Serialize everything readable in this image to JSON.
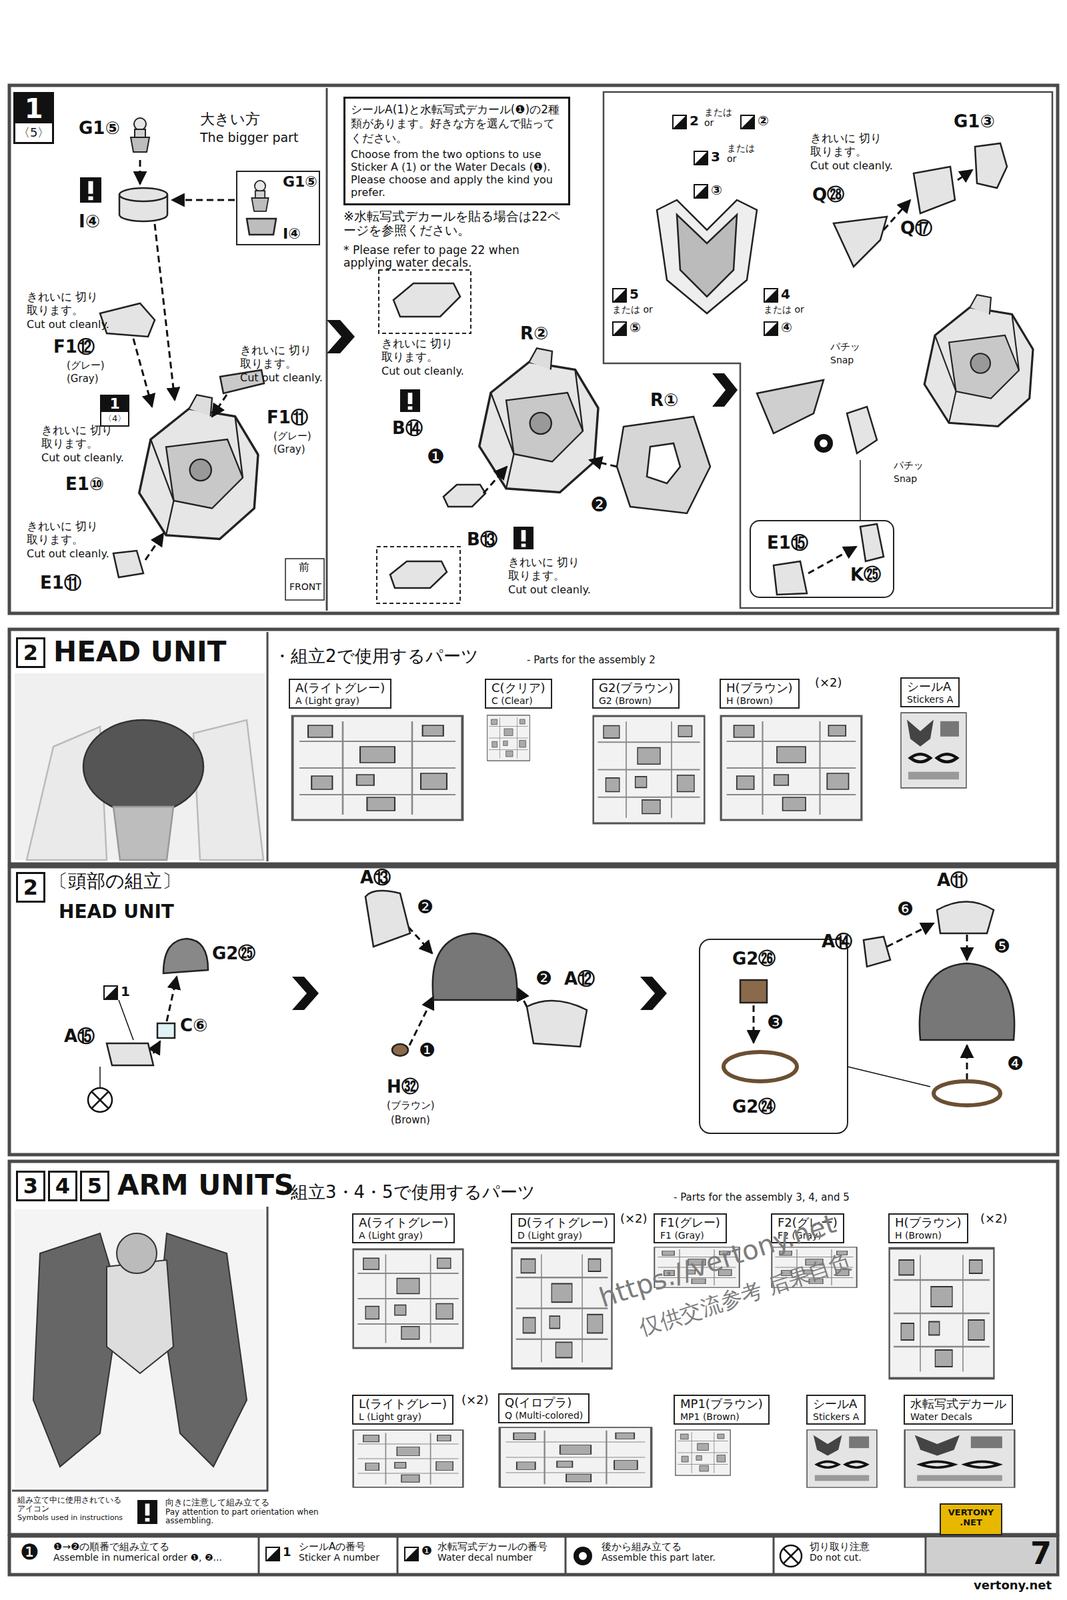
{
  "diagram": {
    "nodes": [
      {
        "text": [
          "1",
          "〈5〉"
        ]
      },
      {
        "text": [
          "1",
          "〈4〉"
        ]
      },
      {
        "text": [
          "シールA(1)と水転写式デカール(❶)の2種類があります。好きな方を選んで貼ってください。",
          "Choose from the two options to use Sticker A (1) or the Water Decals (❶). Please choose and apply the kind you prefer."
        ]
      },
      {
        "text": [
          "2"
        ]
      },
      {
        "text": [
          "A(ライトグレー)",
          "A (Light gray)"
        ]
      },
      {
        "text": [
          "C(クリア)",
          "C (Clear)"
        ]
      },
      {
        "text": [
          "G2(ブラウン)",
          "G2 (Brown)"
        ]
      },
      {
        "text": [
          "H(ブラウン)",
          "H (Brown)"
        ]
      },
      {
        "text": [
          "シールA",
          "Stickers A"
        ]
      },
      {
        "text": [
          "2"
        ]
      },
      {
        "text": [
          "3"
        ]
      },
      {
        "text": [
          "4"
        ]
      },
      {
        "text": [
          "5"
        ]
      },
      {
        "text": [
          "A(ライトグレー)",
          "A (Light gray)"
        ]
      },
      {
        "text": [
          "D(ライトグレー)",
          "D (Light gray)"
        ]
      },
      {
        "text": [
          "F1(グレー)",
          "F1 (Gray)"
        ]
      },
      {
        "text": [
          "F2(グレー)",
          "F2 (Gray)"
        ]
      },
      {
        "text": [
          "H(ブラウン)",
          "H (Brown)"
        ]
      },
      {
        "text": [
          "L(ライトグレー)",
          "L (Light gray)"
        ]
      },
      {
        "text": [
          "Q(イロプラ)",
          "Q (Multi-colored)"
        ]
      },
      {
        "text": [
          "MP1(ブラウン)",
          "MP1 (Brown)"
        ]
      },
      {
        "text": [
          "シールA",
          "Stickers A"
        ]
      },
      {
        "text": [
          "水転写式デカール",
          "Water Decals"
        ]
      },
      {
        "text": [
          "組み立て中に使用されているアイコン",
          "Symbols used in instructions"
        ]
      },
      {
        "text": [
          "向きに注意して組み立てる",
          "Pay attention to part orientation when assembling."
        ]
      },
      {
        "text": [
          "❶→❷の順番で組み立てる",
          "Assemble in numerical order ❶, ❷..."
        ]
      },
      {
        "text": [
          "シールAの番号",
          "Sticker A number"
        ]
      },
      {
        "text": [
          "水転写式デカールの番号",
          "Water decal number"
        ]
      },
      {
        "text": [
          "後から組み立てる",
          "Assemble this part later."
        ]
      },
      {
        "text": [
          "切り取り注意",
          "Do not cut."
        ]
      }
    ],
    "labels": [
      "G1⑤",
      "大きい方",
      "The bigger part",
      "I④",
      "G1⑤",
      "I④",
      "きれいに 切り取ります。",
      "Cut out cleanly.",
      "F1⑫",
      "(グレー)",
      "(Gray)",
      "きれいに 切り取ります。",
      "Cut out cleanly.",
      "F1⑪",
      "(グレー)",
      "(Gray)",
      "きれいに 切り取ります。",
      "Cut out cleanly.",
      "E1⑩",
      "きれいに 切り取ります。",
      "Cut out cleanly.",
      "E1⑪",
      "前",
      "FRONT",
      "※水転写式デカールを貼る場合は22ページを参照ください。",
      "* Please refer to page 22 when applying water decals.",
      "きれいに 切り取ります。",
      "Cut out cleanly.",
      "R②",
      "B⑭",
      "❶",
      "❷",
      "R①",
      "B⑬",
      "きれいに 切り取ります。",
      "Cut out cleanly.",
      "2",
      "または or",
      "②",
      "3",
      "または or",
      "③",
      "5",
      "または or",
      "⑤",
      "4",
      "または or",
      "④",
      "きれいに 切り取ります。",
      "Cut out cleanly.",
      "Q㉘",
      "G1③",
      "Q⑰",
      "パチッ",
      "Snap",
      "パチッ",
      "Snap",
      "E1⑮",
      "K㉕",
      "HEAD UNIT",
      "・組立2で使用するパーツ",
      "- Parts for the assembly 2",
      "(×2)",
      "〔頭部の組立〕",
      "HEAD UNIT",
      "G2㉕",
      "1",
      "C⑥",
      "A⑮",
      "A⑬",
      "❷",
      "❷",
      "A⑫",
      "❶",
      "H㉜",
      "(ブラウン)",
      "(Brown)",
      "G2㉖",
      "❸",
      "G2㉔",
      "A⑪",
      "A⑭",
      "❻",
      "❺",
      "❹",
      "ARM UNITS",
      "・組立3・4・5で使用するパーツ",
      "- Parts for the assembly 3, 4, and 5",
      "(×2)",
      "(×2)",
      "(×2)",
      "❶",
      "1",
      "❶",
      "7",
      "VERTONY .NET",
      "vertony.net",
      "https://vertony.net",
      "仅供交流参考 后果自负"
    ]
  }
}
